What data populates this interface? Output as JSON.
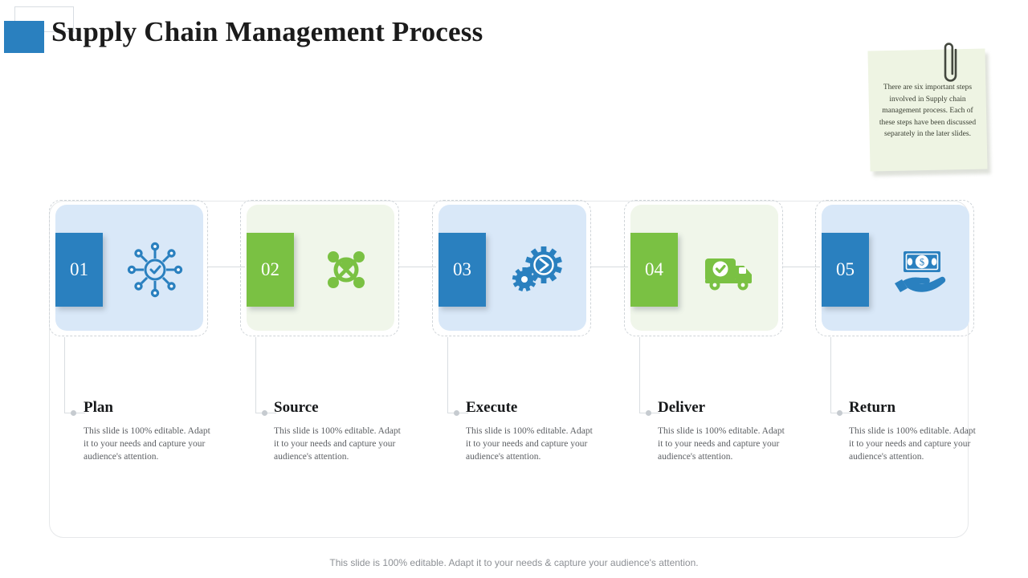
{
  "header": {
    "title": "Supply Chain Management Process",
    "accent_blue": "#2a80bf",
    "accent_green": "#7ac143"
  },
  "sticky_note": {
    "text": "There are six important steps involved in Supply chain management process. Each of these steps have been discussed separately in the later slides.",
    "background": "#eef4e3",
    "clip_icon": "paperclip-icon"
  },
  "steps": [
    {
      "number": "01",
      "title": "Plan",
      "body": "This slide is 100% editable. Adapt it to your needs and capture your audience's attention.",
      "color": "blue",
      "icon": "network-hub-check-icon"
    },
    {
      "number": "02",
      "title": "Source",
      "body": "This slide is 100% editable. Adapt it to your needs and capture your audience's attention.",
      "color": "green",
      "icon": "node-connection-icon"
    },
    {
      "number": "03",
      "title": "Execute",
      "body": "This slide is 100% editable. Adapt it to your needs and capture your audience's attention.",
      "color": "blue",
      "icon": "gears-arrow-icon"
    },
    {
      "number": "04",
      "title": "Deliver",
      "body": "This slide is 100% editable. Adapt it to your needs and capture your audience's attention.",
      "color": "green",
      "icon": "delivery-truck-check-icon"
    },
    {
      "number": "05",
      "title": "Return",
      "body": "This slide is 100% editable. Adapt it to your needs and capture your audience's attention.",
      "color": "blue",
      "icon": "hand-holding-money-icon"
    }
  ],
  "footer": {
    "note": "This slide is 100% editable. Adapt it to your needs & capture your audience's attention."
  }
}
